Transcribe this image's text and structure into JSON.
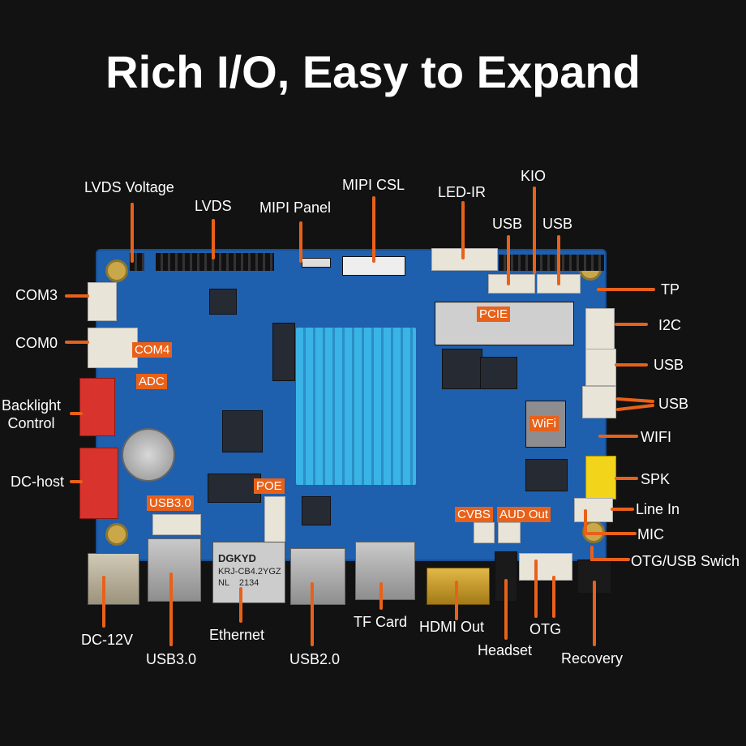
{
  "title": "Rich I/O, Easy to Expand",
  "labels": {
    "lvds_voltage": "LVDS Voltage",
    "lvds": "LVDS",
    "mipi_panel": "MIPI Panel",
    "mipi_csl": "MIPI CSL",
    "led_ir": "LED-IR",
    "kio": "KIO",
    "usb_top_left": "USB",
    "usb_top_right": "USB",
    "tp": "TP",
    "i2c": "I2C",
    "usb_right_1": "USB",
    "usb_right_2": "USB",
    "wifi": "WIFI",
    "spk": "SPK",
    "line_in": "Line In",
    "mic": "MIC",
    "otg_usb_switch": "OTG/USB Swich",
    "com3": "COM3",
    "com0": "COM0",
    "backlight_control": "Backlight\nControl",
    "dc_host": "DC-host",
    "dc_12v": "DC-12V",
    "usb30_bottom": "USB3.0",
    "ethernet": "Ethernet",
    "usb20": "USB2.0",
    "tf_card": "TF Card",
    "hdmi_out": "HDMI Out",
    "headset": "Headset",
    "otg": "OTG",
    "recovery": "Recovery"
  },
  "tags": {
    "pcie": "PCIE",
    "com4": "COM4",
    "adc": "ADC",
    "wifi": "WiFi",
    "poe": "POE",
    "usb30": "USB3.0",
    "cvbs": "CVBS",
    "aud_out": "AUD Out"
  },
  "board_text": {
    "eth_brand": "DGKYD",
    "eth_model": "KRJ-CB4.2YGZ",
    "eth_code": "NL    2134"
  },
  "colors": {
    "background": "#121212",
    "board": "#1e5fae",
    "leader": "#e8611a",
    "heatsink": "#3ab3e6"
  }
}
